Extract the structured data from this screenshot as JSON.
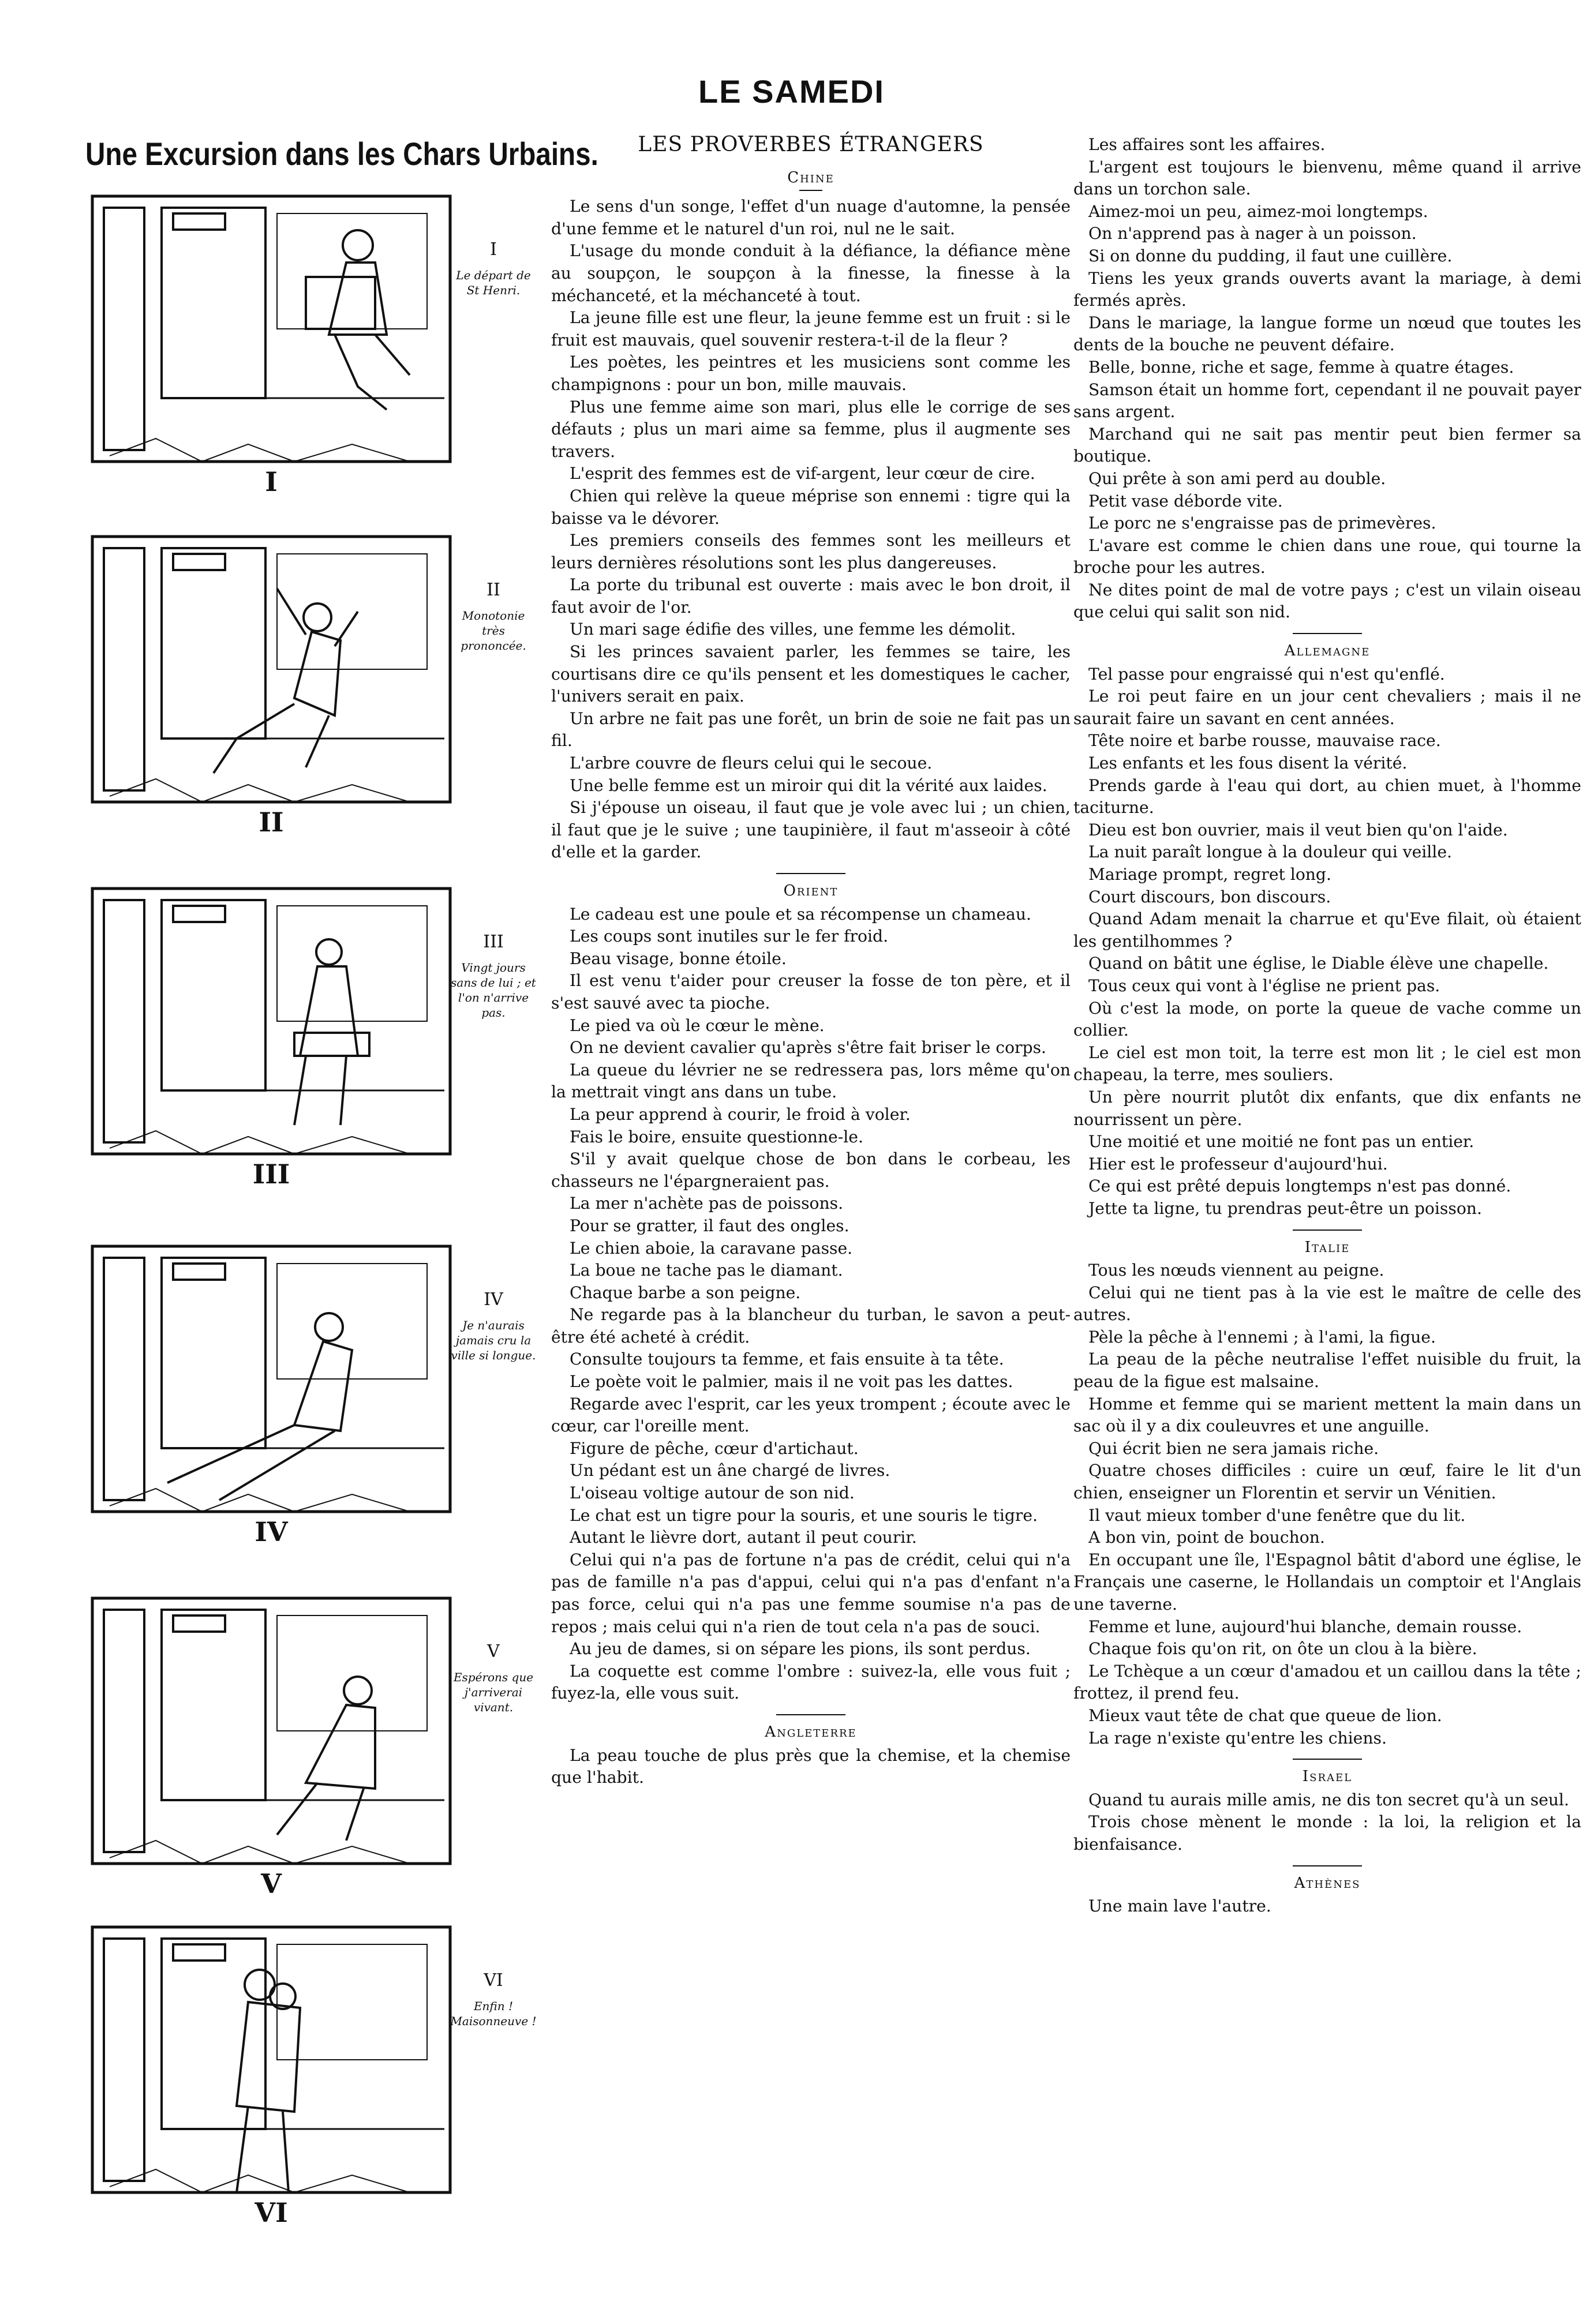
{
  "masthead": "LE SAMEDI",
  "left": {
    "title": "Une Excursion dans les Chars Urbains.",
    "panels": [
      {
        "numeral": "I",
        "roman": "I",
        "caption": "Le départ de St Henri."
      },
      {
        "numeral": "II",
        "roman": "II",
        "caption": "Monotonie très prononcée."
      },
      {
        "numeral": "III",
        "roman": "III",
        "caption": "Vingt jours sans de lui ; et l'on n'arrive pas."
      },
      {
        "numeral": "IV",
        "roman": "IV",
        "caption": "Je n'aurais jamais cru la ville si longue."
      },
      {
        "numeral": "V",
        "roman": "V",
        "caption": "Espérons que j'arriverai vivant."
      },
      {
        "numeral": "VI",
        "roman": "VI",
        "caption": "Enfin ! Maisonneuve !"
      }
    ]
  },
  "article": {
    "title": "LES PROVERBES ÉTRANGERS",
    "china": {
      "heading": "Chine",
      "items": [
        "Le sens d'un songe, l'effet d'un nuage d'automne, la pensée d'une femme et le naturel d'un roi, nul ne le sait.",
        "L'usage du monde conduit à la défiance, la défiance mène au soupçon, le soupçon à la finesse, la finesse à la méchanceté, et la méchanceté à tout.",
        "La jeune fille est une fleur, la jeune femme est un fruit : si le fruit est mauvais, quel souvenir restera-t-il de la fleur ?",
        "Les poètes, les peintres et les musiciens sont comme les champignons : pour un bon, mille mauvais.",
        "Plus une femme aime son mari, plus elle le corrige de ses défauts ; plus un mari aime sa femme, plus il augmente ses travers.",
        "L'esprit des femmes est de vif-argent, leur cœur de cire.",
        "Chien qui relève la queue méprise son ennemi : tigre qui la baisse va le dévorer.",
        "Les premiers conseils des femmes sont les meilleurs et leurs dernières résolutions sont les plus dangereuses.",
        "La porte du tribunal est ouverte : mais avec le bon droit, il faut avoir de l'or.",
        "Un mari sage édifie des villes, une femme les démolit.",
        "Si les princes savaient parler, les femmes se taire, les courtisans dire ce qu'ils pensent et les domestiques le cacher, l'univers serait en paix.",
        "Un arbre ne fait pas une forêt, un brin de soie ne fait pas un fil.",
        "L'arbre couvre de fleurs celui qui le secoue.",
        "Une belle femme est un miroir qui dit la vérité aux laides.",
        "Si j'épouse un oiseau, il faut que je vole avec lui ; un chien, il faut que je le suive ; une taupinière, il faut m'asseoir à côté d'elle et la garder."
      ]
    },
    "orient": {
      "heading": "Orient",
      "items": [
        "Le cadeau est une poule et sa récompense un chameau.",
        "Les coups sont inutiles sur le fer froid.",
        "Beau visage, bonne étoile.",
        "Il est venu t'aider pour creuser la fosse de ton père, et il s'est sauvé avec ta pioche.",
        "Le pied va où le cœur le mène.",
        "On ne devient cavalier qu'après s'être fait briser le corps.",
        "La queue du lévrier ne se redressera pas, lors même qu'on la mettrait vingt ans dans un tube.",
        "La peur apprend à courir, le froid à voler.",
        "Fais le boire, ensuite questionne-le.",
        "S'il y avait quelque chose de bon dans le corbeau, les chasseurs ne l'épargneraient pas.",
        "La mer n'achète pas de poissons.",
        "Pour se gratter, il faut des ongles.",
        "Le chien aboie, la caravane passe.",
        "La boue ne tache pas le diamant.",
        "Chaque barbe a son peigne.",
        "Ne regarde pas à la blancheur du turban, le savon a peut-être été acheté à crédit.",
        "Consulte toujours ta femme, et fais ensuite à ta tête.",
        "Le poète voit le palmier, mais il ne voit pas les dattes.",
        "Regarde avec l'esprit, car les yeux trompent ; écoute avec le cœur, car l'oreille ment.",
        "Figure de pêche, cœur d'artichaut.",
        "Un pédant est un âne chargé de livres.",
        "L'oiseau voltige autour de son nid.",
        "Le chat est un tigre pour la souris, et une souris le tigre.",
        "Autant le lièvre dort, autant il peut courir.",
        "Celui qui n'a pas de fortune n'a pas de crédit, celui qui n'a pas de famille n'a pas d'appui, celui qui n'a pas d'enfant n'a pas force, celui qui n'a pas une femme soumise n'a pas de repos ; mais celui qui n'a rien de tout cela n'a pas de souci.",
        "Au jeu de dames, si on sépare les pions, ils sont perdus.",
        "La coquette est comme l'ombre : suivez-la, elle vous fuit ; fuyez-la, elle vous suit."
      ]
    },
    "england": {
      "heading": "Angleterre",
      "items": [
        "La peau touche de plus près que la chemise, et la chemise que l'habit."
      ]
    },
    "england_cont": [
      "Les affaires sont les affaires.",
      "L'argent est toujours le bienvenu, même quand il arrive dans un torchon sale.",
      "Aimez-moi un peu, aimez-moi longtemps.",
      "On n'apprend pas à nager à un poisson.",
      "Si on donne du pudding, il faut une cuillère.",
      "Tiens les yeux grands ouverts avant la mariage, à demi fermés après.",
      "Dans le mariage, la langue forme un nœud que toutes les dents de la bouche ne peuvent défaire.",
      "Belle, bonne, riche et sage, femme à quatre étages.",
      "Samson était un homme fort, cependant il ne pouvait payer sans argent.",
      "Marchand qui ne sait pas mentir peut bien fermer sa boutique.",
      "Qui prête à son ami perd au double.",
      "Petit vase déborde vite.",
      "Le porc ne s'engraisse pas de primevères.",
      "L'avare est comme le chien dans une roue, qui tourne la broche pour les autres.",
      "Ne dites point de mal de votre pays ; c'est un vilain oiseau que celui qui salit son nid."
    ],
    "germany": {
      "heading": "Allemagne",
      "items": [
        "Tel passe pour engraissé qui n'est qu'enflé.",
        "Le roi peut faire en un jour cent chevaliers ; mais il ne saurait faire un savant en cent années.",
        "Tête noire et barbe rousse, mauvaise race.",
        "Les enfants et les fous disent la vérité.",
        "Prends garde à l'eau qui dort, au chien muet, à l'homme taciturne.",
        "Dieu est bon ouvrier, mais il veut bien qu'on l'aide.",
        "La nuit paraît longue à la douleur qui veille.",
        "Mariage prompt, regret long.",
        "Court discours, bon discours.",
        "Quand Adam menait la charrue et qu'Eve filait, où étaient les gentilhommes ?",
        "Quand on bâtit une église, le Diable élève une chapelle.",
        "Tous ceux qui vont à l'église ne prient pas.",
        "Où c'est la mode, on porte la queue de vache comme un collier.",
        "Le ciel est mon toit, la terre est mon lit ; le ciel est mon chapeau, la terre, mes souliers.",
        "Un père nourrit plutôt dix enfants, que dix enfants ne nourrissent un père.",
        "Une moitié et une moitié ne font pas un entier.",
        "Hier est le professeur d'aujourd'hui.",
        "Ce qui est prêté depuis longtemps n'est pas donné.",
        "Jette ta ligne, tu prendras peut-être un poisson."
      ]
    },
    "italy": {
      "heading": "Italie",
      "items": [
        "Tous les nœuds viennent au peigne.",
        "Celui qui ne tient pas à la vie est le maître de celle des autres.",
        "Pèle la pêche à l'ennemi ; à l'ami, la figue.",
        "La peau de la pêche neutralise l'effet nuisible du fruit, la peau de la figue est malsaine.",
        "Homme et femme qui se marient mettent la main dans un sac où il y a dix couleuvres et une anguille.",
        "Qui écrit bien ne sera jamais riche.",
        "Quatre choses difficiles : cuire un œuf, faire le lit d'un chien, enseigner un Florentin et servir un Vénitien.",
        "Il vaut mieux tomber d'une fenêtre que du lit.",
        "A bon vin, point de bouchon.",
        "En occupant une île, l'Espagnol bâtit d'abord une église, le Français une caserne, le Hollandais un comptoir et l'Anglais une taverne.",
        "Femme et lune, aujourd'hui blanche, demain rousse.",
        "Chaque fois qu'on rit, on ôte un clou à la bière.",
        "Le Tchèque a un cœur d'amadou et un caillou dans la tête ; frottez, il prend feu.",
        "Mieux vaut tête de chat que queue de lion.",
        "La rage n'existe qu'entre les chiens."
      ]
    },
    "israel": {
      "heading": "Israel",
      "items": [
        "Quand tu aurais mille amis, ne dis ton secret qu'à un seul.",
        "Trois chose mènent le monde : la loi, la religion et la bienfaisance."
      ]
    },
    "athens": {
      "heading": "Athènes",
      "items": [
        "Une main lave l'autre."
      ]
    }
  }
}
